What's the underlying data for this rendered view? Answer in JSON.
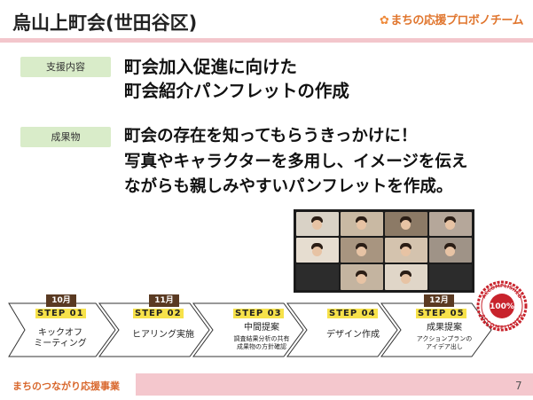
{
  "header": {
    "title": "烏山上町会(世田谷区)",
    "logo_text": "まちの応援プロボノチーム"
  },
  "sections": [
    {
      "label": "支援内容",
      "lines": [
        "町会加入促進に向けた",
        "町会紹介パンフレットの作成"
      ]
    },
    {
      "label": "成果物",
      "lines": [
        "町会の存在を知ってもらうきっかけに！",
        "写真やキャラクターを多用し、イメージを伝え",
        "ながらも親しみやすいパンフレットを作成。"
      ]
    }
  ],
  "steps": [
    {
      "step": "STEP 01",
      "month": "10月",
      "lines": [
        "キックオフ",
        "ミーティング"
      ],
      "sub": []
    },
    {
      "step": "STEP 02",
      "month": "11月",
      "lines": [
        "ヒアリング実施"
      ],
      "sub": []
    },
    {
      "step": "STEP 03",
      "month": "",
      "lines": [
        "中間提案"
      ],
      "sub": [
        "調査結果分析の共有",
        "成果物の方針確認"
      ]
    },
    {
      "step": "STEP 04",
      "month": "",
      "lines": [
        "デザイン作成"
      ],
      "sub": []
    },
    {
      "step": "STEP 05",
      "month": "12月",
      "lines": [
        "成果提案"
      ],
      "sub": [
        "アクションプランの",
        "アイデア出し"
      ]
    }
  ],
  "badge": {
    "top": "ACCOMPLISHED",
    "center": "100%",
    "bottom": "ACCOMPLISHED"
  },
  "footer": {
    "text": "まちのつながり応援事業",
    "page_number": "7"
  },
  "colors": {
    "pink": "#f3c6cc",
    "label_green": "#d9ecc9",
    "step_yellow": "#f7e24a",
    "month_brown": "#5a3a22",
    "badge_red": "#c8232c",
    "logo_orange": "#e0752d"
  }
}
